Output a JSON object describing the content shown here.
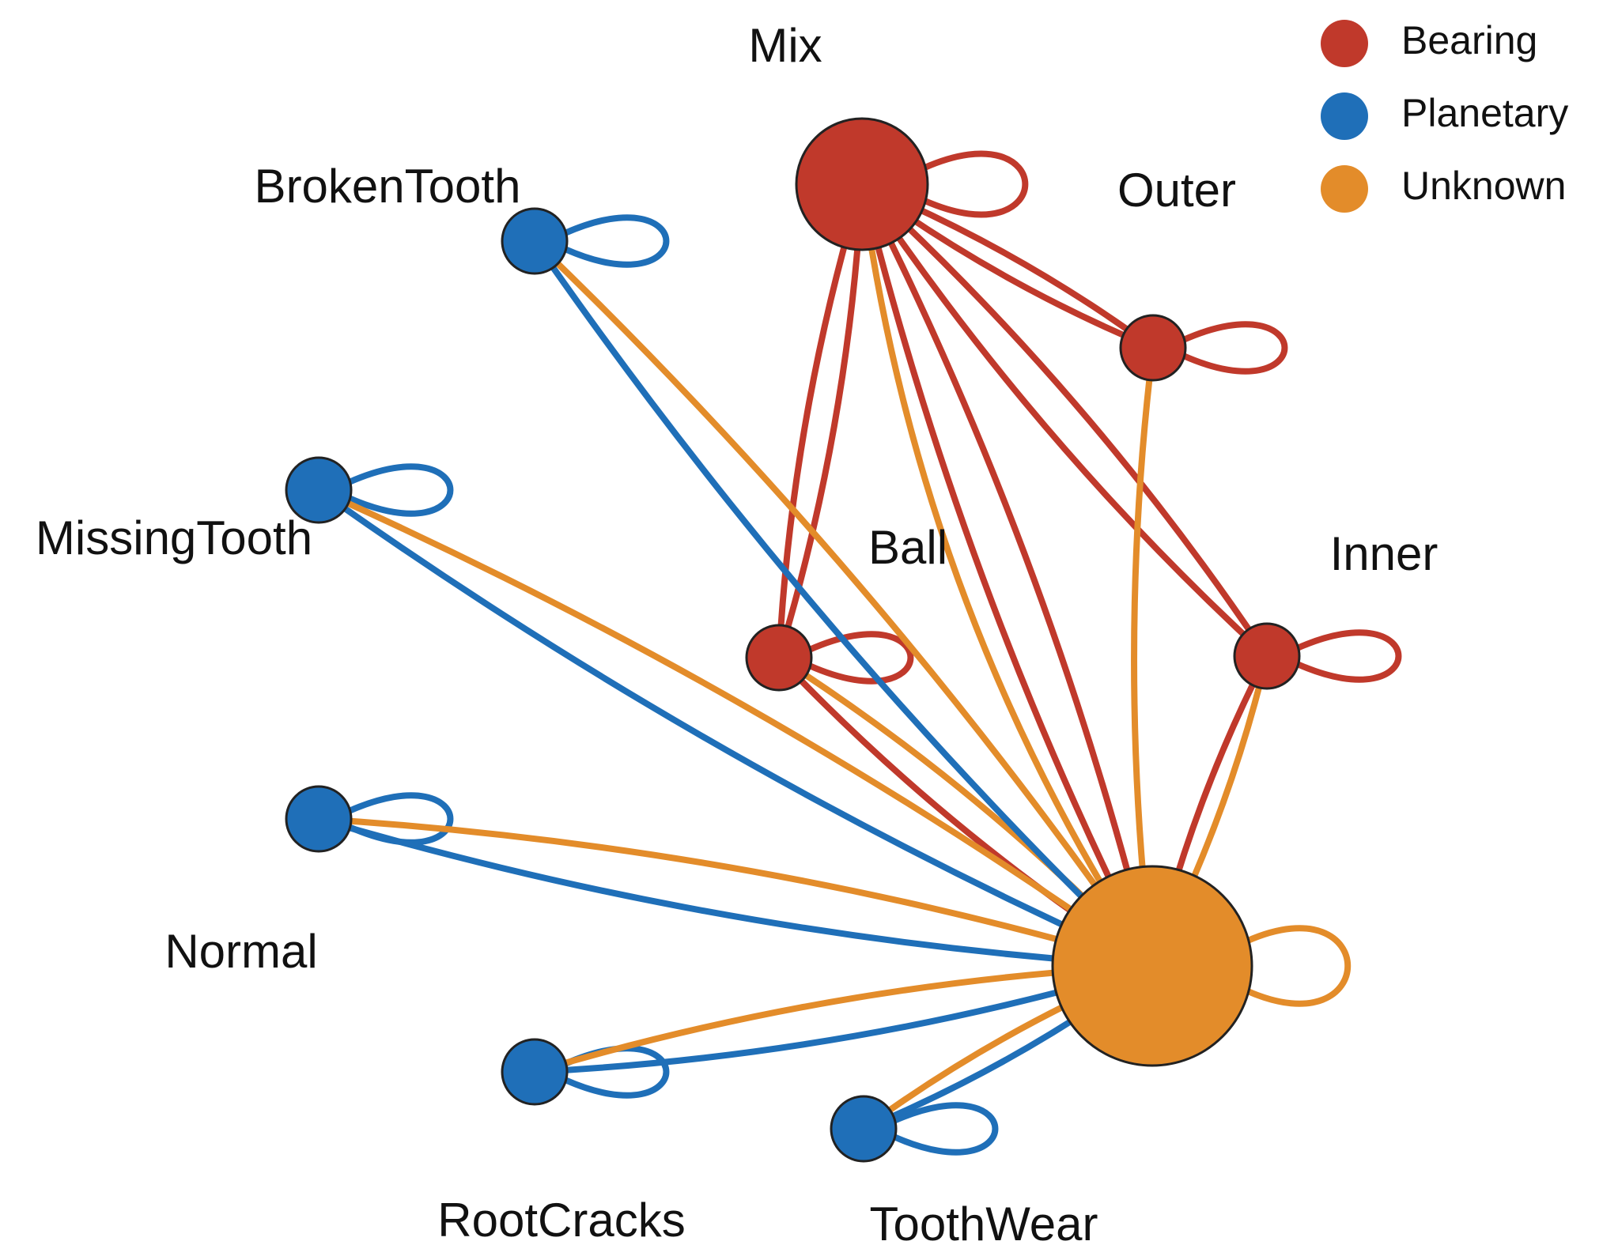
{
  "colors": {
    "Bearing": "#c0392b",
    "Planetary": "#1f6fb8",
    "Unknown": "#e38c2a"
  },
  "legend": [
    {
      "label": "Bearing",
      "category": "Bearing"
    },
    {
      "label": "Planetary",
      "category": "Planetary"
    },
    {
      "label": "Unknown",
      "category": "Unknown"
    }
  ],
  "nodes": [
    {
      "id": "mix",
      "label": "Mix",
      "category": "Bearing"
    },
    {
      "id": "outer",
      "label": "Outer",
      "category": "Bearing"
    },
    {
      "id": "inner",
      "label": "Inner",
      "category": "Bearing"
    },
    {
      "id": "ball",
      "label": "Ball",
      "category": "Bearing"
    },
    {
      "id": "brokentooth",
      "label": "BrokenTooth",
      "category": "Planetary"
    },
    {
      "id": "missingtooth",
      "label": "MissingTooth",
      "category": "Planetary"
    },
    {
      "id": "normal",
      "label": "Normal",
      "category": "Planetary"
    },
    {
      "id": "rootcracks",
      "label": "RootCracks",
      "category": "Planetary"
    },
    {
      "id": "toothwear",
      "label": "ToothWear",
      "category": "Planetary"
    },
    {
      "id": "unknown",
      "label": "",
      "category": "Unknown"
    }
  ],
  "edges": [
    {
      "source": "mix",
      "target": "mix",
      "category": "Bearing"
    },
    {
      "source": "outer",
      "target": "outer",
      "category": "Bearing"
    },
    {
      "source": "inner",
      "target": "inner",
      "category": "Bearing"
    },
    {
      "source": "ball",
      "target": "ball",
      "category": "Bearing"
    },
    {
      "source": "brokentooth",
      "target": "brokentooth",
      "category": "Planetary"
    },
    {
      "source": "missingtooth",
      "target": "missingtooth",
      "category": "Planetary"
    },
    {
      "source": "normal",
      "target": "normal",
      "category": "Planetary"
    },
    {
      "source": "rootcracks",
      "target": "rootcracks",
      "category": "Planetary"
    },
    {
      "source": "toothwear",
      "target": "toothwear",
      "category": "Planetary"
    },
    {
      "source": "unknown",
      "target": "unknown",
      "category": "Unknown"
    },
    {
      "source": "mix",
      "target": "outer",
      "category": "Bearing"
    },
    {
      "source": "outer",
      "target": "mix",
      "category": "Bearing"
    },
    {
      "source": "mix",
      "target": "inner",
      "category": "Bearing"
    },
    {
      "source": "inner",
      "target": "mix",
      "category": "Bearing"
    },
    {
      "source": "mix",
      "target": "ball",
      "category": "Bearing"
    },
    {
      "source": "ball",
      "target": "mix",
      "category": "Bearing"
    },
    {
      "source": "mix",
      "target": "unknown",
      "category": "Bearing"
    },
    {
      "source": "unknown",
      "target": "mix",
      "category": "Bearing"
    },
    {
      "source": "mix",
      "target": "unknown",
      "category": "Unknown"
    },
    {
      "source": "outer",
      "target": "unknown",
      "category": "Unknown"
    },
    {
      "source": "inner",
      "target": "unknown",
      "category": "Bearing"
    },
    {
      "source": "inner",
      "target": "unknown",
      "category": "Unknown"
    },
    {
      "source": "ball",
      "target": "unknown",
      "category": "Bearing"
    },
    {
      "source": "ball",
      "target": "unknown",
      "category": "Unknown"
    },
    {
      "source": "brokentooth",
      "target": "unknown",
      "category": "Planetary"
    },
    {
      "source": "brokentooth",
      "target": "unknown",
      "category": "Unknown"
    },
    {
      "source": "missingtooth",
      "target": "unknown",
      "category": "Planetary"
    },
    {
      "source": "missingtooth",
      "target": "unknown",
      "category": "Unknown"
    },
    {
      "source": "normal",
      "target": "unknown",
      "category": "Planetary"
    },
    {
      "source": "normal",
      "target": "unknown",
      "category": "Unknown"
    },
    {
      "source": "rootcracks",
      "target": "unknown",
      "category": "Planetary"
    },
    {
      "source": "rootcracks",
      "target": "unknown",
      "category": "Unknown"
    },
    {
      "source": "toothwear",
      "target": "unknown",
      "category": "Planetary"
    },
    {
      "source": "toothwear",
      "target": "unknown",
      "category": "Unknown"
    }
  ]
}
